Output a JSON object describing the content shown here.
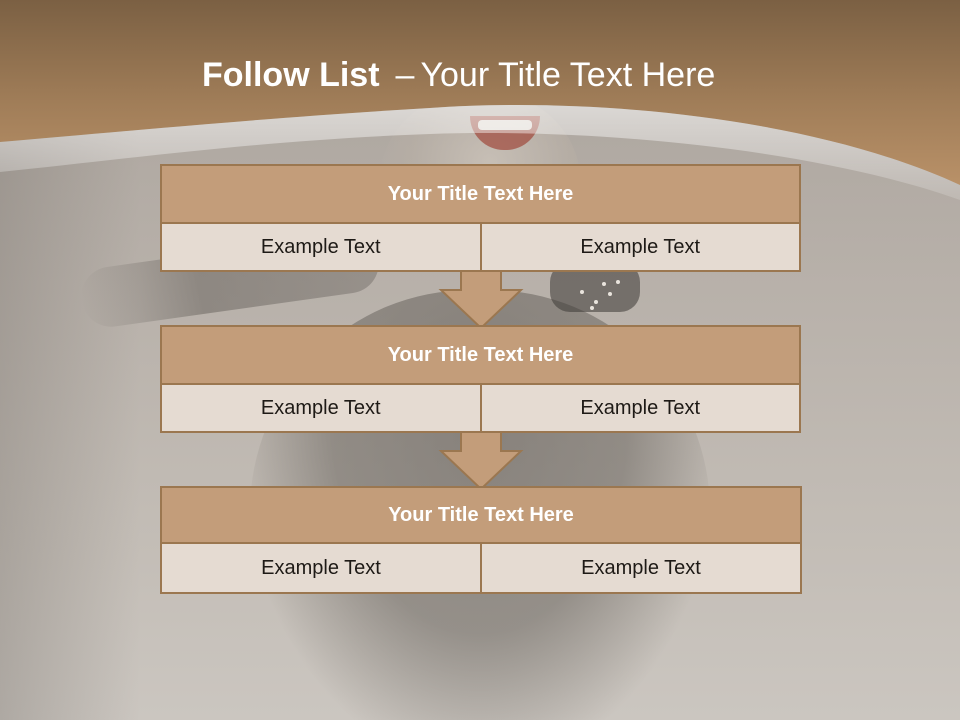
{
  "slide": {
    "title_bold": "Follow List",
    "title_dash": "–",
    "title_rest": "Your Title Text Here",
    "colors": {
      "header_dark": "#7d6244",
      "header_light": "#b99168",
      "box_title_bg": "#c39d7a",
      "box_cell_bg": "#e5dbd2",
      "border": "#9b7750",
      "arrow_fill": "#c39d7a"
    }
  },
  "steps": [
    {
      "title": "Your Title Text Here",
      "left": "Example Text",
      "right": "Example Text"
    },
    {
      "title": "Your Title Text Here",
      "left": "Example Text",
      "right": "Example Text"
    },
    {
      "title": "Your Title Text Here",
      "left": "Example Text",
      "right": "Example Text"
    }
  ],
  "connectors": [
    {
      "icon": "down-arrow-icon"
    },
    {
      "icon": "down-arrow-icon"
    }
  ]
}
